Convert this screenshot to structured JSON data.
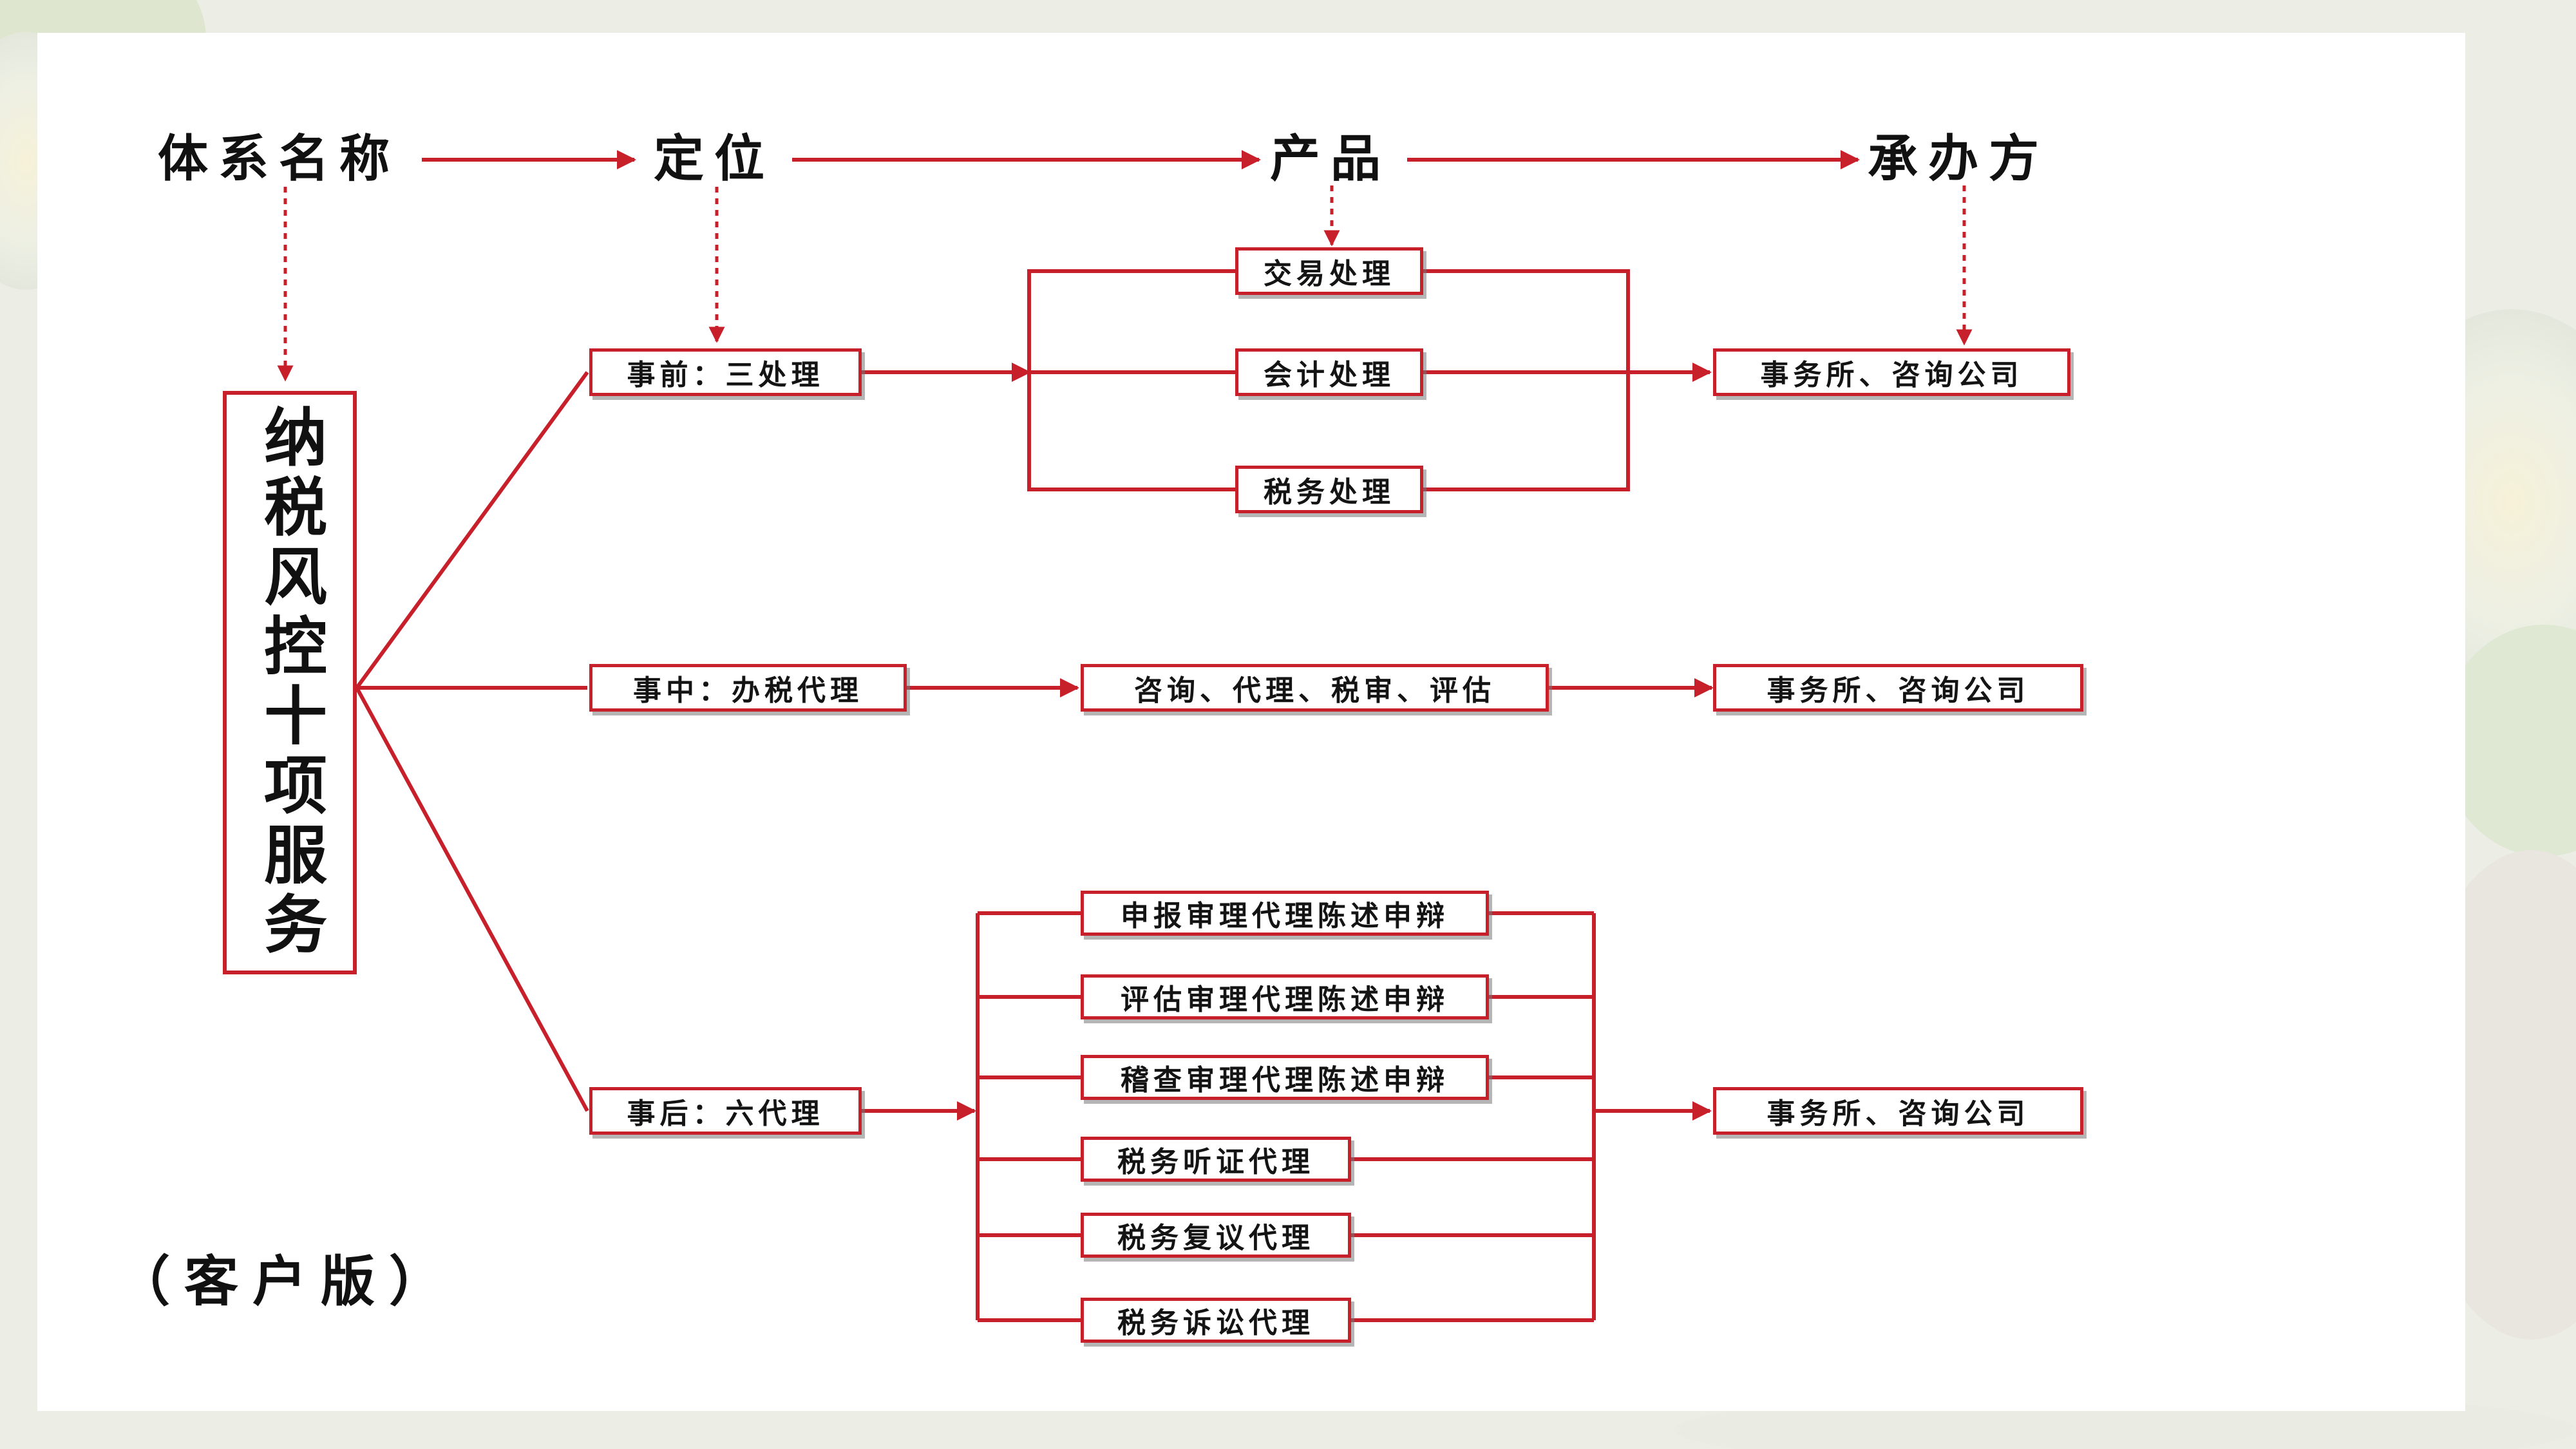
{
  "headers": {
    "system_name": "体系名称",
    "positioning": "定位",
    "product": "产品",
    "provider": "承办方"
  },
  "main_title": "纳税风控十项服务",
  "version_label": "（客户版）",
  "stages": {
    "before": "事前：三处理",
    "during": "事中：办税代理",
    "after": "事后：六代理"
  },
  "products_before": [
    "交易处理",
    "会计处理",
    "税务处理"
  ],
  "products_during": "咨询、代理、税审、评估",
  "products_after": [
    "申报审理代理陈述申辩",
    "评估审理代理陈述申辩",
    "稽查审理代理陈述申辩",
    "税务听证代理",
    "税务复议代理",
    "税务诉讼代理"
  ],
  "providers": {
    "before": "事务所、咨询公司",
    "during": "事务所、咨询公司",
    "after": "事务所、咨询公司"
  },
  "colors": {
    "line": "#c8202b",
    "text": "#111111"
  }
}
